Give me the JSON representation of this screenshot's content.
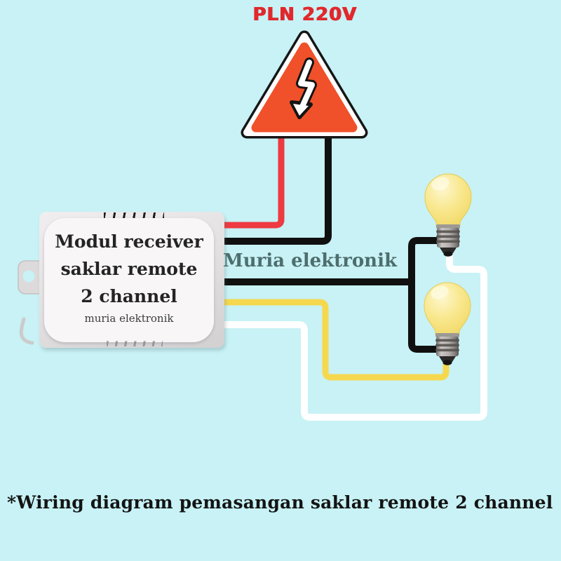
{
  "title": {
    "text": "PLN 220V"
  },
  "module": {
    "line1": "Modul receiver",
    "line2": "saklar remote",
    "line3": "2 channel",
    "brand": "muria elektronik"
  },
  "watermark": {
    "text": "Muria elektronik"
  },
  "caption": {
    "text": "*Wiring diagram pemasangan saklar remote 2 channel"
  },
  "icons": {
    "warning": "high-voltage-triangle-icon",
    "lamp": "light-bulb-icon"
  },
  "wires": [
    {
      "name": "live-to-pln",
      "color": "red"
    },
    {
      "name": "neutral-to-pln",
      "color": "black"
    },
    {
      "name": "lamp-common",
      "color": "black"
    },
    {
      "name": "channel-output-lamp-2",
      "color": "yellow"
    },
    {
      "name": "channel-output-lamp-1",
      "color": "white"
    }
  ],
  "colors": {
    "background": "#c8f2f5",
    "title_red": "#e1282d",
    "triangle_fill": "#f0512a",
    "wire_red": "#ee3a41",
    "wire_black": "#101010",
    "wire_yellow": "#f6d84f",
    "wire_white": "#ffffff",
    "watermark_color": "#4e6e6e",
    "caption_color": "#141414",
    "module_label_bg": "#f8f6f7",
    "module_text": "#242424",
    "bulb_yellow": "#f6e17a"
  }
}
